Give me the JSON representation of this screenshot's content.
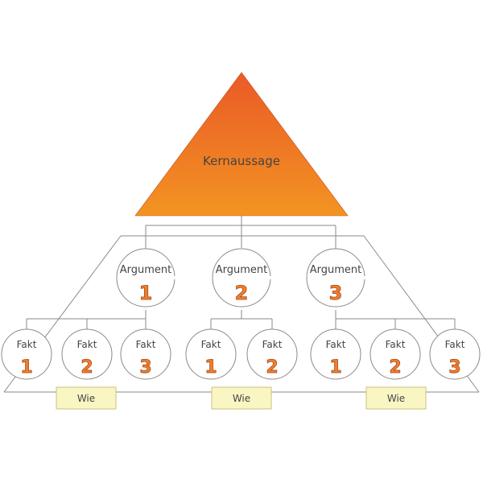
{
  "colors": {
    "triangle_top": "#ea5a28",
    "triangle_bottom": "#f39422",
    "line": "#8a8a8a",
    "wie_fill": "#faf6c4",
    "wie_border": "#c8c37a",
    "digit_fill": "#f07f2c",
    "digit_stroke": "#a8481a"
  },
  "core": {
    "label": "Kernaussage"
  },
  "arguments": [
    {
      "label": "Argument",
      "number": "1"
    },
    {
      "label": "Argument",
      "number": "2"
    },
    {
      "label": "Argument",
      "number": "3"
    }
  ],
  "facts": [
    [
      {
        "label": "Fakt",
        "number": "1"
      },
      {
        "label": "Fakt",
        "number": "2"
      },
      {
        "label": "Fakt",
        "number": "3"
      }
    ],
    [
      {
        "label": "Fakt",
        "number": "1"
      },
      {
        "label": "Fakt",
        "number": "2"
      }
    ],
    [
      {
        "label": "Fakt",
        "number": "1"
      },
      {
        "label": "Fakt",
        "number": "2"
      },
      {
        "label": "Fakt",
        "number": "3"
      }
    ]
  ],
  "wie": [
    {
      "label": "Wie"
    },
    {
      "label": "Wie"
    },
    {
      "label": "Wie"
    }
  ]
}
